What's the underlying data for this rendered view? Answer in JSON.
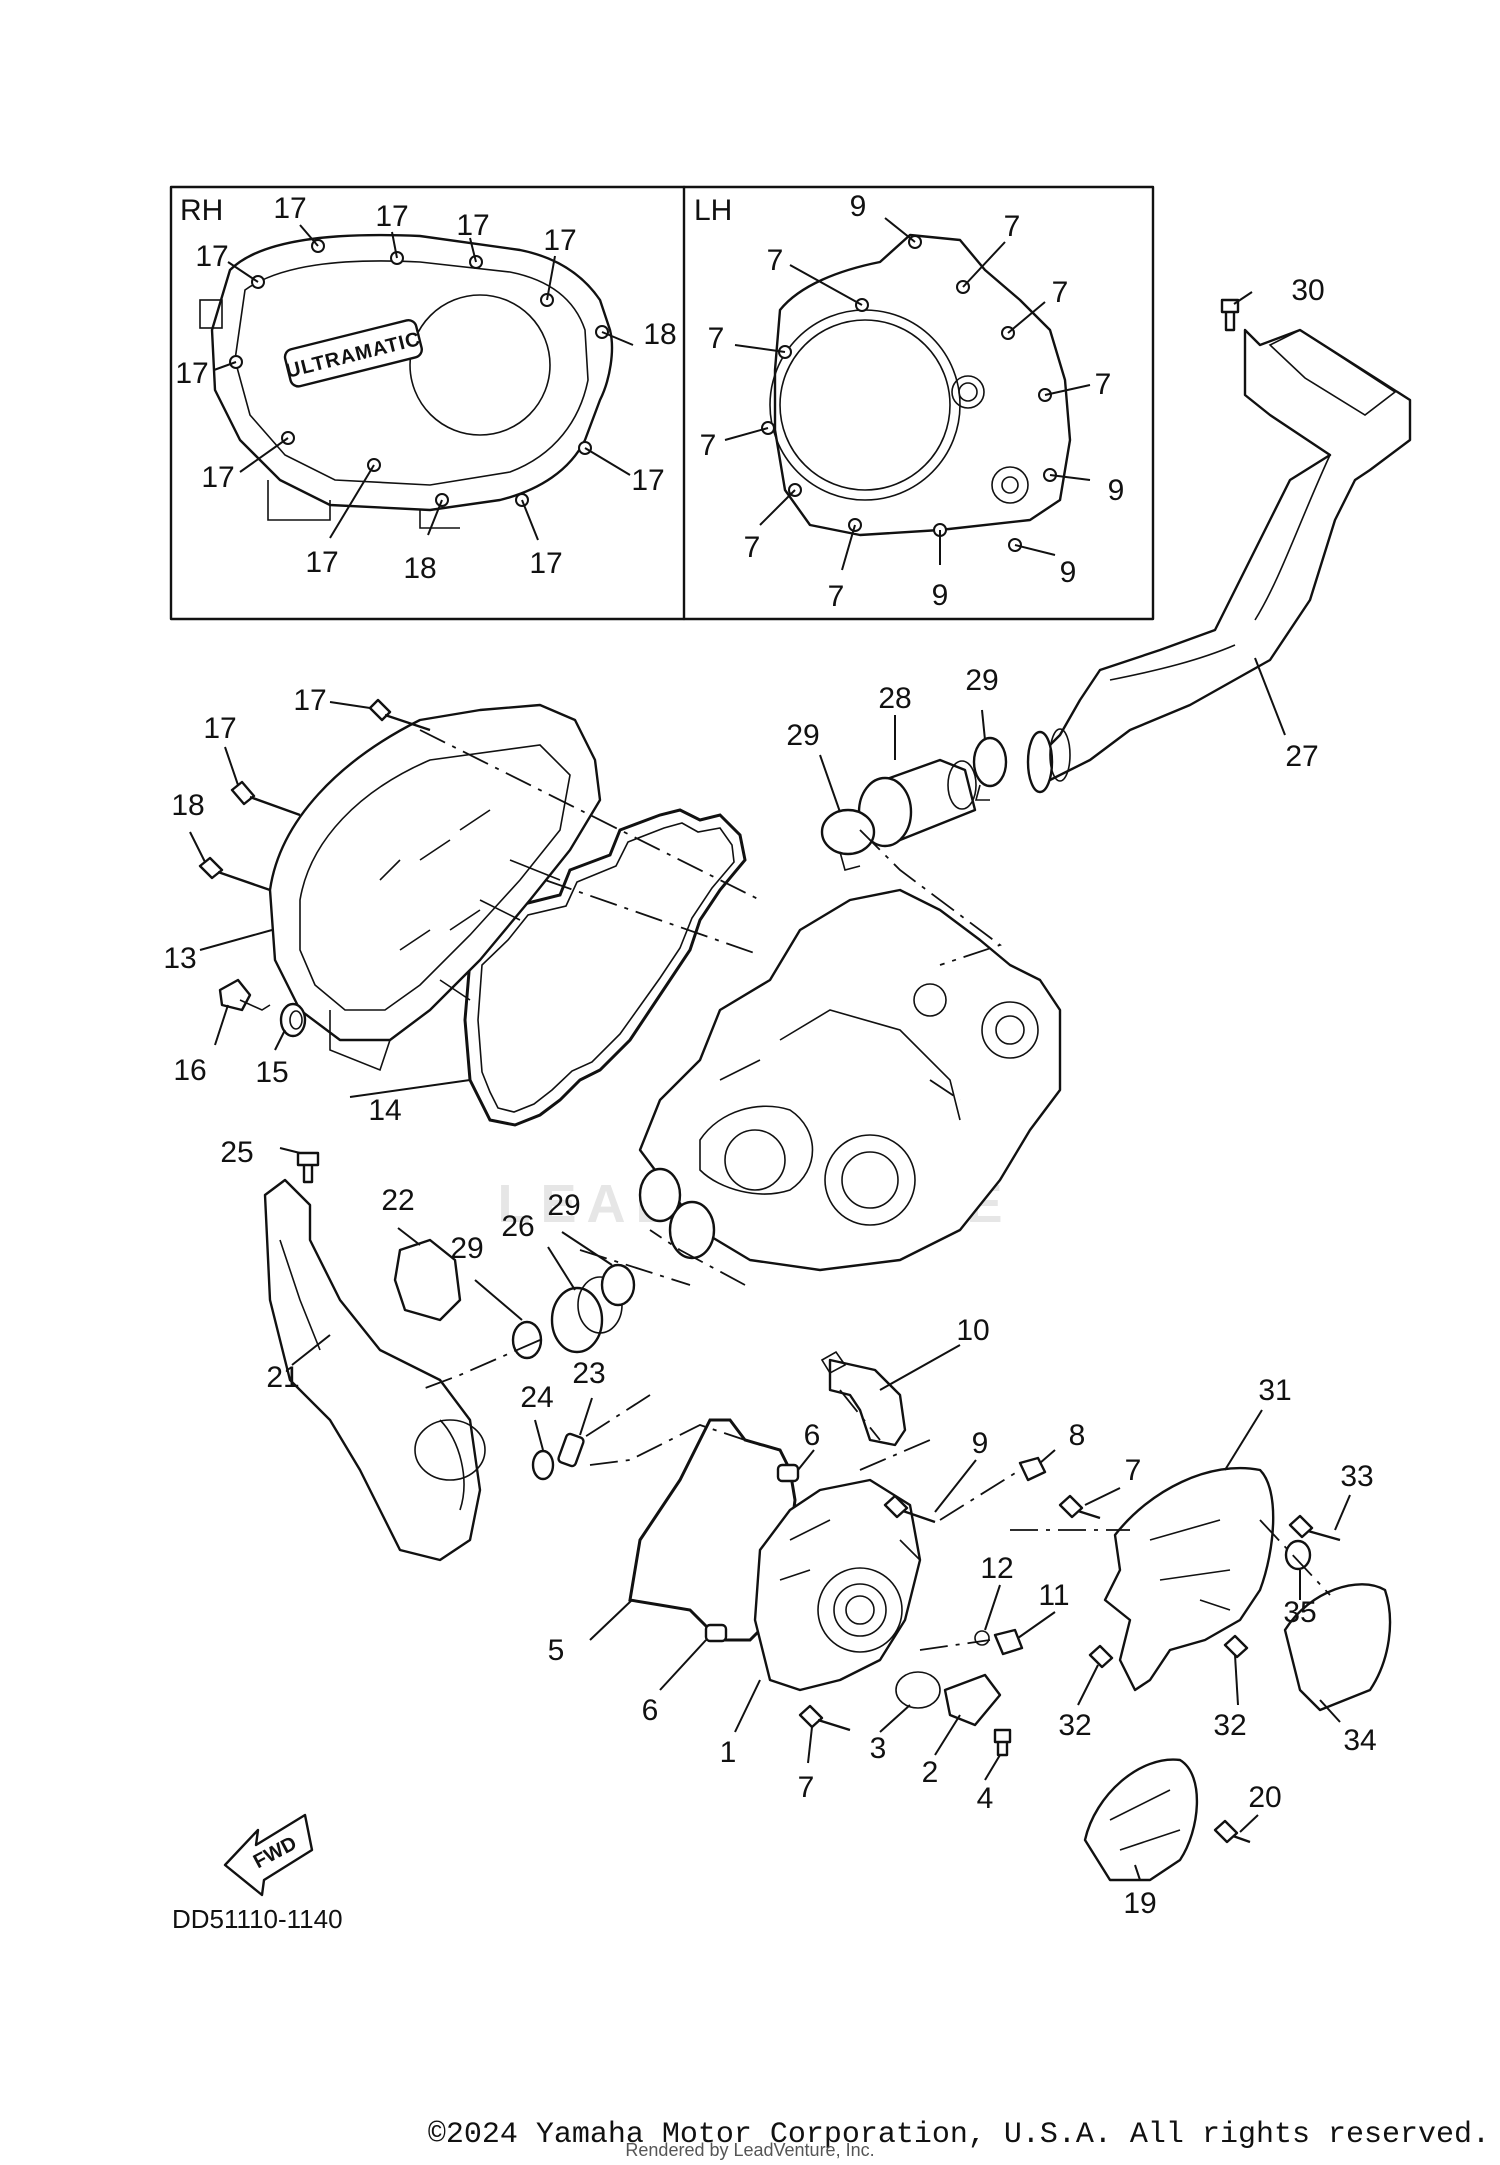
{
  "inset_labels": {
    "rh": "RH",
    "lh": "LH",
    "cover_text": "ULTRAMATIC"
  },
  "watermark": "LEADVENTURE",
  "fwd": "FWD",
  "diagram_code": "DD51110-1140",
  "copyright": "©2024 Yamaha Motor Corporation, U.S.A. All rights reserved.",
  "rendered_by": "Rendered by LeadVenture, Inc.",
  "callouts": {
    "rh_17_a": "17",
    "rh_17_b": "17",
    "rh_17_c": "17",
    "rh_17_d": "17",
    "rh_17_e": "17",
    "rh_17_f": "17",
    "rh_17_g": "17",
    "rh_17_h": "17",
    "rh_17_i": "17",
    "rh_17_j": "17",
    "rh_18_a": "18",
    "rh_18_b": "18",
    "lh_9_a": "9",
    "lh_7_a": "7",
    "lh_7_b": "7",
    "lh_7_c": "7",
    "lh_7_d": "7",
    "lh_7_e": "7",
    "lh_7_f": "7",
    "lh_7_g": "7",
    "lh_7_h": "7",
    "lh_9_b": "9",
    "lh_9_c": "9",
    "lh_9_d": "9",
    "p30": "30",
    "p27": "27",
    "p28": "28",
    "p29_a": "29",
    "p29_b": "29",
    "p17_a": "17",
    "p17_b": "17",
    "p18": "18",
    "p13": "13",
    "p16": "16",
    "p15": "15",
    "p14": "14",
    "p25": "25",
    "p22": "22",
    "p29_c": "29",
    "p26": "26",
    "p29_d": "29",
    "p21": "21",
    "p23": "23",
    "p24": "24",
    "p10": "10",
    "p31": "31",
    "p6_a": "6",
    "p9": "9",
    "p8": "8",
    "p7_a": "7",
    "p33": "33",
    "p12": "12",
    "p11": "11",
    "p35": "35",
    "p5": "5",
    "p6_b": "6",
    "p32_a": "32",
    "p32_b": "32",
    "p34": "34",
    "p1": "1",
    "p3": "3",
    "p2": "2",
    "p4": "4",
    "p7_b": "7",
    "p20": "20",
    "p19": "19"
  }
}
